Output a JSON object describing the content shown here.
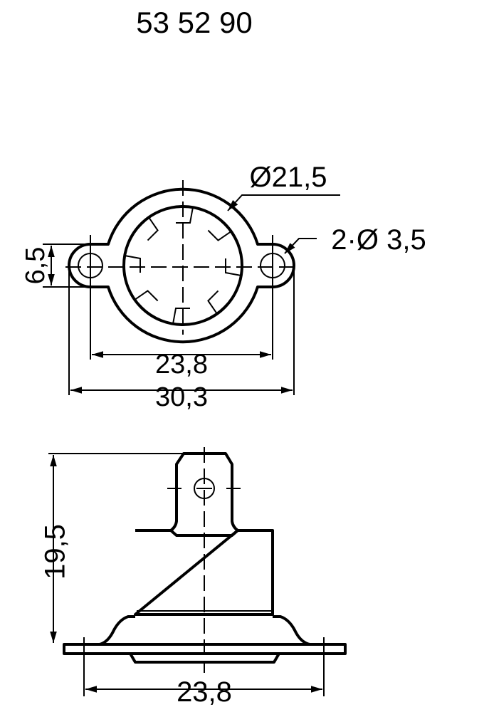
{
  "title": "53 52 90",
  "top_view": {
    "diameter_label": "Ø21,5",
    "holes_label": "2·Ø 3,5",
    "lug_height_label": "6,5",
    "hole_spacing_label": "23,8",
    "overall_width_label": "30,3"
  },
  "side_view": {
    "height_label": "19,5",
    "hole_spacing_label": "23,8"
  }
}
